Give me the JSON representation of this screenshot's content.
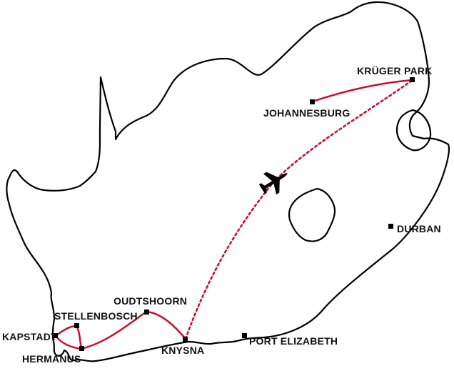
{
  "map": {
    "colors": {
      "outline": "#000000",
      "route": "#c8102e",
      "background": "#ffffff"
    },
    "cities": {
      "kruger_park": "KRÜGER PARK",
      "johannesburg": "JOHANNESBURG",
      "durban": "DURBAN",
      "oudtshoorn": "OUDTSHOORN",
      "stellenbosch": "STELLENBOSCH",
      "kapstadt": "KAPSTADT",
      "hermanus": "HERMANUS",
      "knysna": "KNYSNA",
      "port_elizabeth": "PORT ELIZABETH"
    },
    "icons": {
      "flight": "airplane-icon"
    }
  }
}
